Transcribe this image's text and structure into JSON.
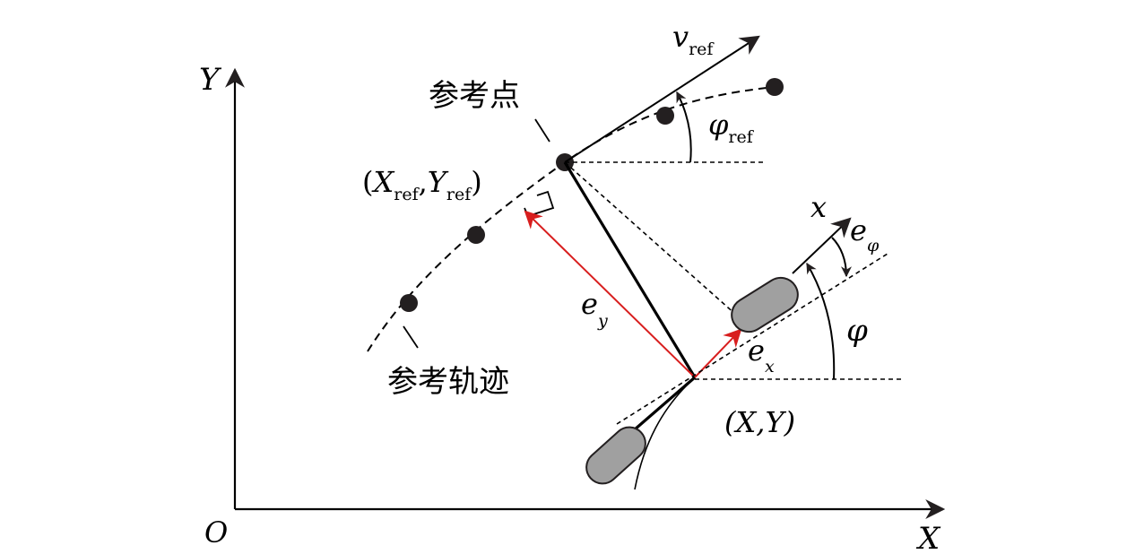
{
  "labels": {
    "origin": "O",
    "axis_x": "X",
    "axis_y": "Y",
    "reference_point": "参考点",
    "reference_trajectory": "参考轨迹",
    "ref_coord": {
      "open": "(",
      "X": "X",
      "X_sub": "ref",
      "comma": ",",
      "Y": "Y",
      "Y_sub": "ref",
      "close": ")"
    },
    "vehicle_coord": "(X,Y)",
    "v_ref": {
      "main": "v",
      "sub": "ref"
    },
    "phi_ref": {
      "main": "φ",
      "sub": "ref"
    },
    "body_x": "x",
    "e_phi": {
      "main": "e",
      "sub": "φ"
    },
    "phi": "φ",
    "e_y": {
      "main": "e",
      "sub": "y"
    },
    "e_x": {
      "main": "e",
      "sub": "x"
    }
  },
  "colors": {
    "lines": "#231f20",
    "error_vectors": "#d81e1e",
    "wheels": "#a0a0a0"
  }
}
